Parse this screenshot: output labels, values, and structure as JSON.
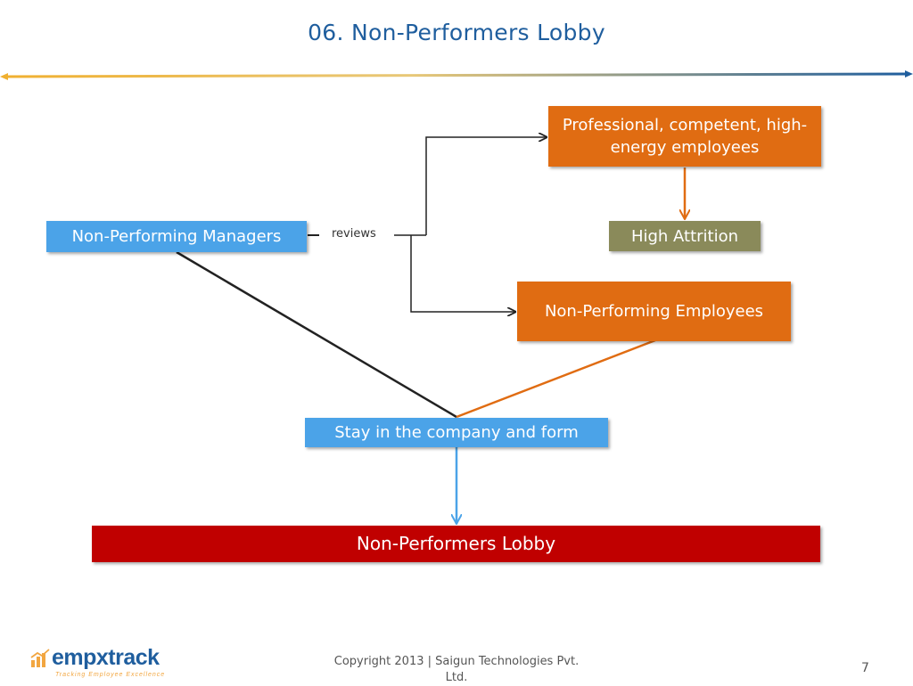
{
  "slide": {
    "title": "06. Non-Performers Lobby",
    "page_number": "7",
    "copyright": "Copyright 2013 | Saigun Technologies Pvt. Ltd."
  },
  "logo": {
    "name": "empxtrack",
    "tagline": "Tracking Employee Excellence",
    "icon": "bar-chart-icon"
  },
  "diagram": {
    "managers": "Non-Performing Managers",
    "reviews": "reviews",
    "professionals": "Professional, competent, high-energy employees",
    "attrition": "High Attrition",
    "non_performers": "Non-Performing Employees",
    "stay": "Stay in the company and form",
    "lobby": "Non-Performers Lobby"
  },
  "colors": {
    "title": "#1f5e9e",
    "blue_box": "#4ba3e8",
    "orange_box": "#e06c12",
    "olive_box": "#8a8a5a",
    "red_box": "#c00000"
  }
}
